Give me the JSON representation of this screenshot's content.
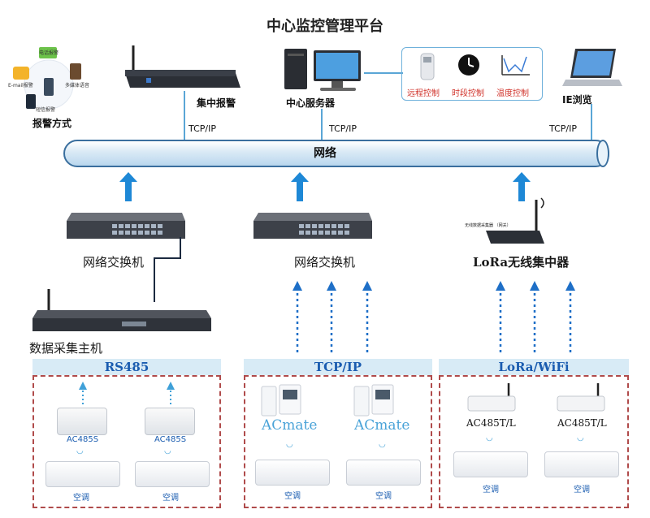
{
  "title": "中心监控管理平台",
  "top": {
    "alarm_methods": {
      "label": "报警方式",
      "items": [
        "电话报警",
        "E-mail报警",
        "多媒体语音",
        "短信报警"
      ]
    },
    "central_alarm": {
      "label": "集中报警",
      "protocol": "TCP/IP"
    },
    "central_server": {
      "label": "中心服务器",
      "protocol": "TCP/IP"
    },
    "controls": [
      "远程控制",
      "时段控制",
      "温度控制"
    ],
    "ie": {
      "label": "IE浏览",
      "protocol": "TCP/IP"
    }
  },
  "network_label": "网络",
  "middle": {
    "switch_left": {
      "label": "网络交换机"
    },
    "switch_center": {
      "label": "网络交换机"
    },
    "lora_concentrator": {
      "label": "LoRa无线集中器",
      "tiny_text": "无线数据采集器 （网关）"
    },
    "collector": {
      "label": "数据采集主机"
    }
  },
  "groups": [
    {
      "title": "RS485",
      "devices": [
        "AC485S",
        "AC485S"
      ],
      "ac_labels": [
        "空调",
        "空调"
      ]
    },
    {
      "title": "TCP/IP",
      "devices": [
        "ACmate",
        "ACmate"
      ],
      "ac_labels": [
        "空调",
        "空调"
      ]
    },
    {
      "title": "LoRa/WiFi",
      "devices": [
        "AC485T/L",
        "AC485T/L"
      ],
      "ac_labels": [
        "空调",
        "空调"
      ]
    }
  ],
  "colors": {
    "pipe_border": "#3a6f9e",
    "arrow": "#1e88d6",
    "group_border": "#b04b4b",
    "group_header": "#d8ebf6",
    "group_header_text": "#1a5cb0",
    "control_text": "#d0322a"
  }
}
